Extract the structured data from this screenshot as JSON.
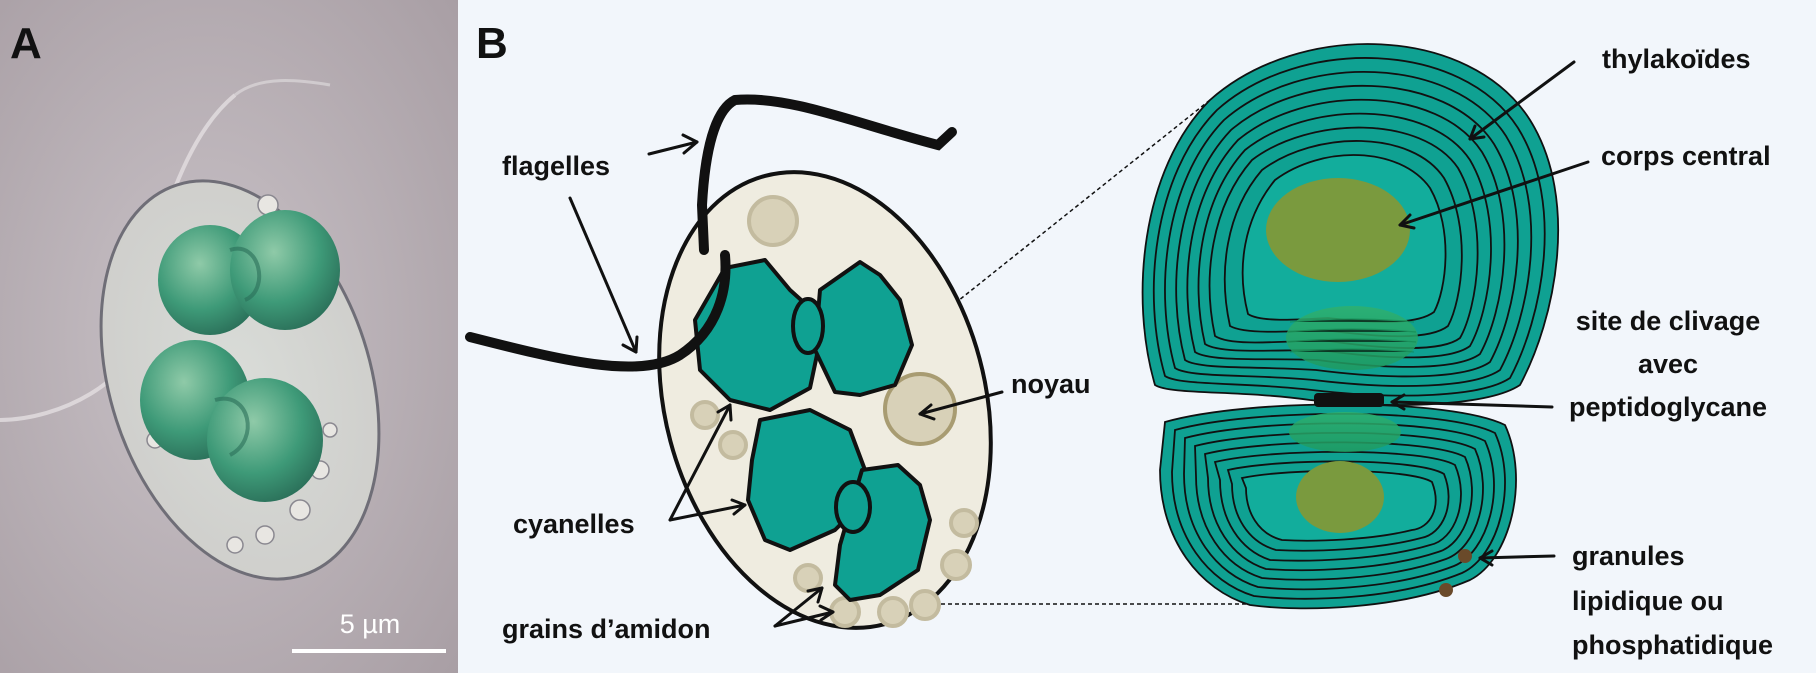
{
  "panels": {
    "a": {
      "letter": "A",
      "scale_bar": "5 µm"
    },
    "b": {
      "letter": "B"
    }
  },
  "labels": {
    "flagella": "flagelles",
    "cyanelles": "cyanelles",
    "starch": "grains d’amidon",
    "nucleus": "noyau",
    "thylakoids": "thylakoïdes",
    "central_body": "corps central",
    "cleavage_line1": "site de clivage",
    "cleavage_line2": "avec",
    "cleavage_line3": "peptidoglycane",
    "granules_line1": "granules",
    "granules_line2": "lipidique ou",
    "granules_line3": "phosphatidique"
  },
  "colors": {
    "cyanelle": "#0fa192",
    "central_body": "#7a9a3e",
    "cell": "#efece0",
    "starch": "#d8d1b8",
    "background": "#f2f6fb"
  }
}
